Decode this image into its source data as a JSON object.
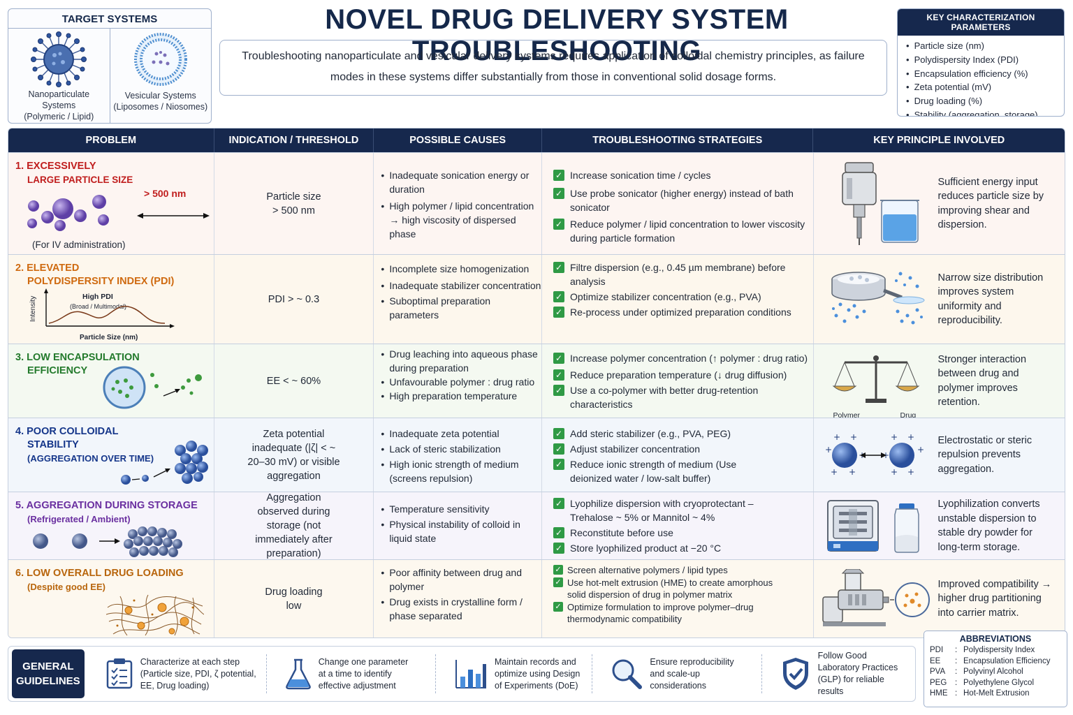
{
  "title": "NOVEL DRUG DELIVERY SYSTEM TROUBLESHOOTING",
  "intro": "Troubleshooting nanoparticulate and vesicular delivery systems requires application of colloidal chemistry principles, as failure modes in these systems differ substantially from those in conventional solid dosage forms.",
  "target_systems": {
    "title": "TARGET SYSTEMS",
    "nano": "Nanoparticulate Systems (Polymeric / Lipid)",
    "vesicular": "Vesicular Systems (Liposomes / Niosomes)"
  },
  "parameters": {
    "title": "KEY CHARACTERIZATION PARAMETERS",
    "items": [
      "Particle size (nm)",
      "Polydispersity Index (PDI)",
      "Encapsulation efficiency (%)",
      "Zeta potential (mV)",
      "Drug loading (%)",
      "Stability (aggregation, storage)"
    ]
  },
  "headers": [
    "PROBLEM",
    "INDICATION / THRESHOLD",
    "POSSIBLE CAUSES",
    "TROUBLESHOOTING STRATEGIES",
    "KEY PRINCIPLE INVOLVED"
  ],
  "rows": [
    {
      "title": "1. EXCESSIVELY",
      "title2": "LARGE PARTICLE SIZE",
      "extra_label": "> 500 nm",
      "note": "(For IV administration)",
      "indication": "Particle size > 500 nm",
      "causes": [
        "Inadequate sonication energy or duration",
        "High polymer / lipid concentration → high viscosity of dispersed phase"
      ],
      "strategies": [
        "Increase sonication time / cycles",
        "Use probe sonicator (higher energy) instead of bath sonicator",
        "Reduce polymer / lipid concentration to lower viscosity during particle formation"
      ],
      "principle": "Sufficient energy input reduces particle size by improving shear and dispersion."
    },
    {
      "title": "2. ELEVATED",
      "title2": "POLYDISPERSITY INDEX (PDI)",
      "graph_title": "High PDI",
      "graph_sub": "(Broad / Multimodal)",
      "graph_y": "Intensity",
      "graph_x": "Particle Size (nm)",
      "indication": "PDI > ~ 0.3",
      "causes": [
        "Incomplete size homogenization",
        "Inadequate stabilizer concentration",
        "Suboptimal preparation parameters"
      ],
      "strategies": [
        "Filtre dispersion (e.g., 0.45 µm membrane) before analysis",
        "Optimize stabilizer concentration (e.g., PVA)",
        "Re-process under optimized preparation conditions"
      ],
      "principle": "Narrow size distribution improves system uniformity and reproducibility."
    },
    {
      "title": "3. LOW ENCAPSULATION",
      "title2": "EFFICIENCY",
      "indication": "EE < ~ 60%",
      "causes": [
        "Drug leaching into aqueous phase during preparation",
        "Unfavourable polymer : drug ratio",
        "High preparation temperature"
      ],
      "strategies": [
        "Increase polymer concentration (↑ polymer : drug ratio)",
        "Reduce preparation temperature (↓ drug diffusion)",
        "Use a co-polymer with better drug-retention characteristics"
      ],
      "principle": "Stronger interaction between drug and polymer improves retention.",
      "scale_left": "Polymer",
      "scale_right": "Drug"
    },
    {
      "title": "4. POOR COLLOIDAL",
      "title2": "STABILITY",
      "sub": "(AGGREGATION OVER TIME)",
      "indication": "Zeta potential inadequate (|ζ| < ~ 20–30 mV) or visible aggregation",
      "causes": [
        "Inadequate zeta potential",
        "Lack of steric stabilization",
        "High ionic strength of medium (screens repulsion)"
      ],
      "strategies": [
        "Add steric stabilizer (e.g., PVA, PEG)",
        "Adjust stabilizer concentration",
        "Reduce ionic strength of medium (Use deionized water / low-salt buffer)"
      ],
      "principle": "Electrostatic or steric repulsion prevents aggregation."
    },
    {
      "title": "5. AGGREGATION DURING STORAGE",
      "sub": "(Refrigerated / Ambient)",
      "indication": "Aggregation observed during storage (not immediately after preparation)",
      "causes": [
        "Temperature sensitivity",
        "Physical instability of colloid in liquid state"
      ],
      "strategies": [
        "Lyophilize dispersion with cryoprotectant – Trehalose ~ 5% or Mannitol ~ 4%",
        "Reconstitute before use",
        "Store lyophilized product at −20 °C"
      ],
      "principle": "Lyophilization converts unstable dispersion to stable dry powder for long-term storage."
    },
    {
      "title": "6. LOW OVERALL DRUG LOADING",
      "sub": "(Despite good EE)",
      "indication": "Drug loading low",
      "causes": [
        "Poor affinity between drug and polymer",
        "Drug exists in crystalline form / phase separated"
      ],
      "strategies": [
        "Screen alternative polymers / lipid types",
        "Use hot-melt extrusion (HME) to create amorphous solid dispersion of drug in polymer matrix",
        "Optimize formulation to improve polymer–drug thermodynamic compatibility"
      ],
      "principle": "Improved compatibility → higher drug partitioning into carrier matrix."
    }
  ],
  "footer": {
    "badge": "GENERAL GUIDELINES",
    "items": [
      "Characterize at each step (Particle size, PDI, ζ potential, EE, Drug loading)",
      "Change one parameter at a time to identify effective adjustment",
      "Maintain records and optimize using Design of Experiments (DoE)",
      "Ensure reproducibility and scale-up considerations",
      "Follow Good Laboratory Practices (GLP) for reliable results"
    ]
  },
  "abbreviations": {
    "title": "ABBREVIATIONS",
    "items": [
      {
        "abbr": "PDI",
        "full": "Polydispersity Index"
      },
      {
        "abbr": "EE",
        "full": "Encapsulation Efficiency"
      },
      {
        "abbr": "PVA",
        "full": "Polyvinyl Alcohol"
      },
      {
        "abbr": "PEG",
        "full": "Polyethylene Glycol"
      },
      {
        "abbr": "HME",
        "full": "Hot-Melt Extrusion"
      }
    ]
  },
  "colors": {
    "navy": "#16284d",
    "check": "#2f9a45",
    "red": "#c01d1d",
    "orange": "#cf6a10",
    "green": "#237a2c",
    "blue": "#15368a",
    "purple": "#6a2fa0",
    "amber": "#b8650c"
  }
}
